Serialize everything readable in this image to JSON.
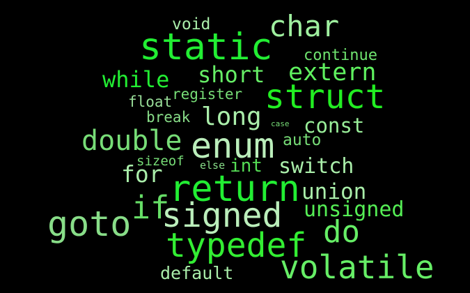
{
  "background": "#000000",
  "colors": {
    "bright_green": "#22ee33",
    "light_green": "#99ee99",
    "mid_green": "#66dd66"
  },
  "words": [
    {
      "text": "void",
      "color": "#aaeeaa"
    },
    {
      "text": "char",
      "color": "#9ff09f"
    },
    {
      "text": "static",
      "color": "#22ee33"
    },
    {
      "text": "continue",
      "color": "#6fe36f"
    },
    {
      "text": "extern",
      "color": "#5ff05f"
    },
    {
      "text": "while",
      "color": "#22ee33"
    },
    {
      "text": "short",
      "color": "#66ee66"
    },
    {
      "text": "struct",
      "color": "#22ee22"
    },
    {
      "text": "register",
      "color": "#77dd77"
    },
    {
      "text": "float",
      "color": "#99dd99"
    },
    {
      "text": "break",
      "color": "#88dd88"
    },
    {
      "text": "long",
      "color": "#aaeeaa"
    },
    {
      "text": "case",
      "color": "#77dd77"
    },
    {
      "text": "const",
      "color": "#99ee99"
    },
    {
      "text": "double",
      "color": "#77dd77"
    },
    {
      "text": "enum",
      "color": "#bbeebb"
    },
    {
      "text": "auto",
      "color": "#77dd77"
    },
    {
      "text": "sizeof",
      "color": "#77dd77"
    },
    {
      "text": "else",
      "color": "#88dd88"
    },
    {
      "text": "int",
      "color": "#55dd55"
    },
    {
      "text": "switch",
      "color": "#aaeeaa"
    },
    {
      "text": "for",
      "color": "#aaeeaa"
    },
    {
      "text": "return",
      "color": "#22ee33"
    },
    {
      "text": "union",
      "color": "#aaeeaa"
    },
    {
      "text": "if",
      "color": "#66dd66"
    },
    {
      "text": "signed",
      "color": "#bbeebb"
    },
    {
      "text": "unsigned",
      "color": "#55ee55"
    },
    {
      "text": "goto",
      "color": "#88dd88"
    },
    {
      "text": "do",
      "color": "#66ee66"
    },
    {
      "text": "typedef",
      "color": "#33ee33"
    },
    {
      "text": "volatile",
      "color": "#66ee66"
    },
    {
      "text": "default",
      "color": "#aaeeaa"
    }
  ]
}
